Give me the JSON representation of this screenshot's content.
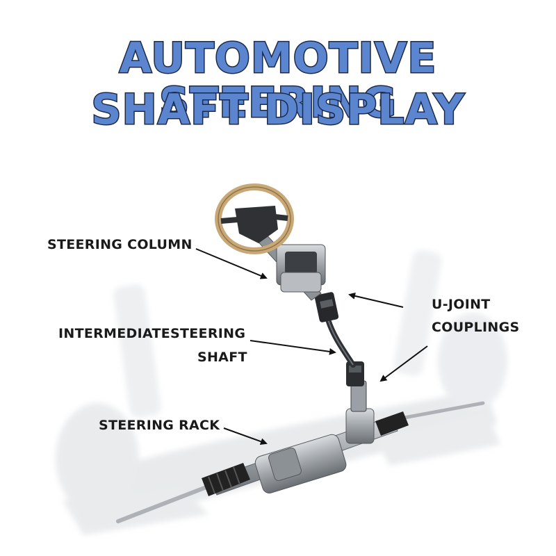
{
  "title": {
    "line1": "AUTOMOTIVE STEERING",
    "line2": "SHAFT DISPLAY"
  },
  "labels": {
    "steering_column": "STEERING COLUMN",
    "intermediate_line1": "INTERMEDIATESTEERING",
    "intermediate_line2": "SHAFT",
    "ujoint_line1": "U-JOINT",
    "ujoint_line2": "COUPLINGS",
    "steering_rack": "STEERING RACK"
  },
  "colors": {
    "title_fill": "#5b86cf",
    "title_stroke": "#1b2a4a",
    "label_text": "#1a1a1a",
    "arrow": "#111111",
    "wheel_rim": "#c9a877",
    "metal": "#9ea3a8",
    "background_parts": "#e3e6ea"
  }
}
